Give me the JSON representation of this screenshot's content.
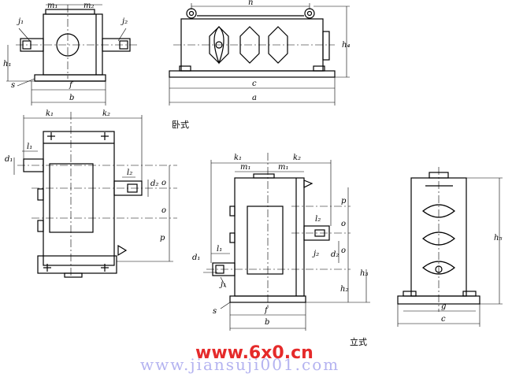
{
  "labels": {
    "horizontal": "卧式",
    "vertical": "立式"
  },
  "dims": {
    "m1": "m₁",
    "m2": "m₂",
    "n": "n",
    "j1": "j₁",
    "j2": "j₂",
    "h1": "h₁",
    "h4": "h₄",
    "s": "s",
    "f": "f",
    "b": "b",
    "c": "c",
    "a": "a",
    "k1": "k₁",
    "k2": "k₂",
    "d1": "d₁",
    "l1": "l₁",
    "l2": "l₂",
    "d2": "d₂",
    "o": "o",
    "p": "p",
    "h2": "h₂",
    "h3": "h₃",
    "h5": "h₅",
    "g": "g"
  },
  "watermark": {
    "site": "www.6x0.cn",
    "domain": "www.jiansuji001.com"
  }
}
